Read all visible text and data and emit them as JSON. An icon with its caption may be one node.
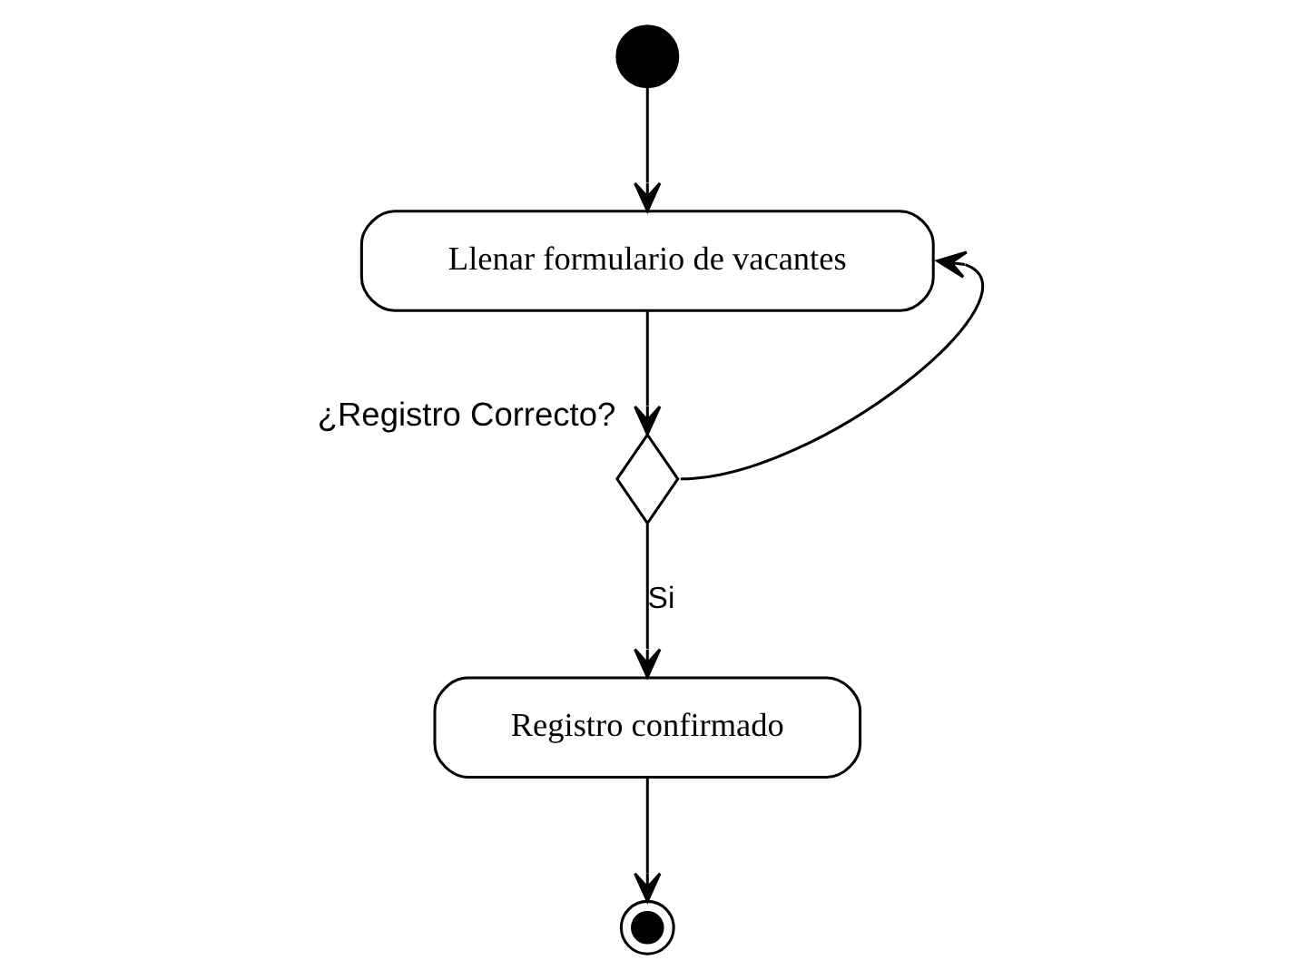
{
  "diagram": {
    "nodes": [
      {
        "text": [],
        "shape": "circle"
      },
      {
        "text": [
          "Llenar formulario de vacantes"
        ]
      },
      {
        "text": [],
        "shape": "diamond",
        "beside": [
          "¿Registro Correcto?"
        ]
      },
      {
        "text": [
          "Registro confirmado"
        ]
      },
      {
        "text": [],
        "shape": "circle"
      }
    ],
    "edges": [
      {
        "from": 0,
        "to": 1,
        "arrow": "to"
      },
      {
        "from": 1,
        "to": 2,
        "arrow": "to"
      },
      {
        "from": 2,
        "to": 3,
        "arrow": "to",
        "label": "Si"
      },
      {
        "from": 2,
        "to": 1,
        "arrow": "to"
      },
      {
        "from": 3,
        "to": 4,
        "arrow": "to"
      }
    ]
  }
}
